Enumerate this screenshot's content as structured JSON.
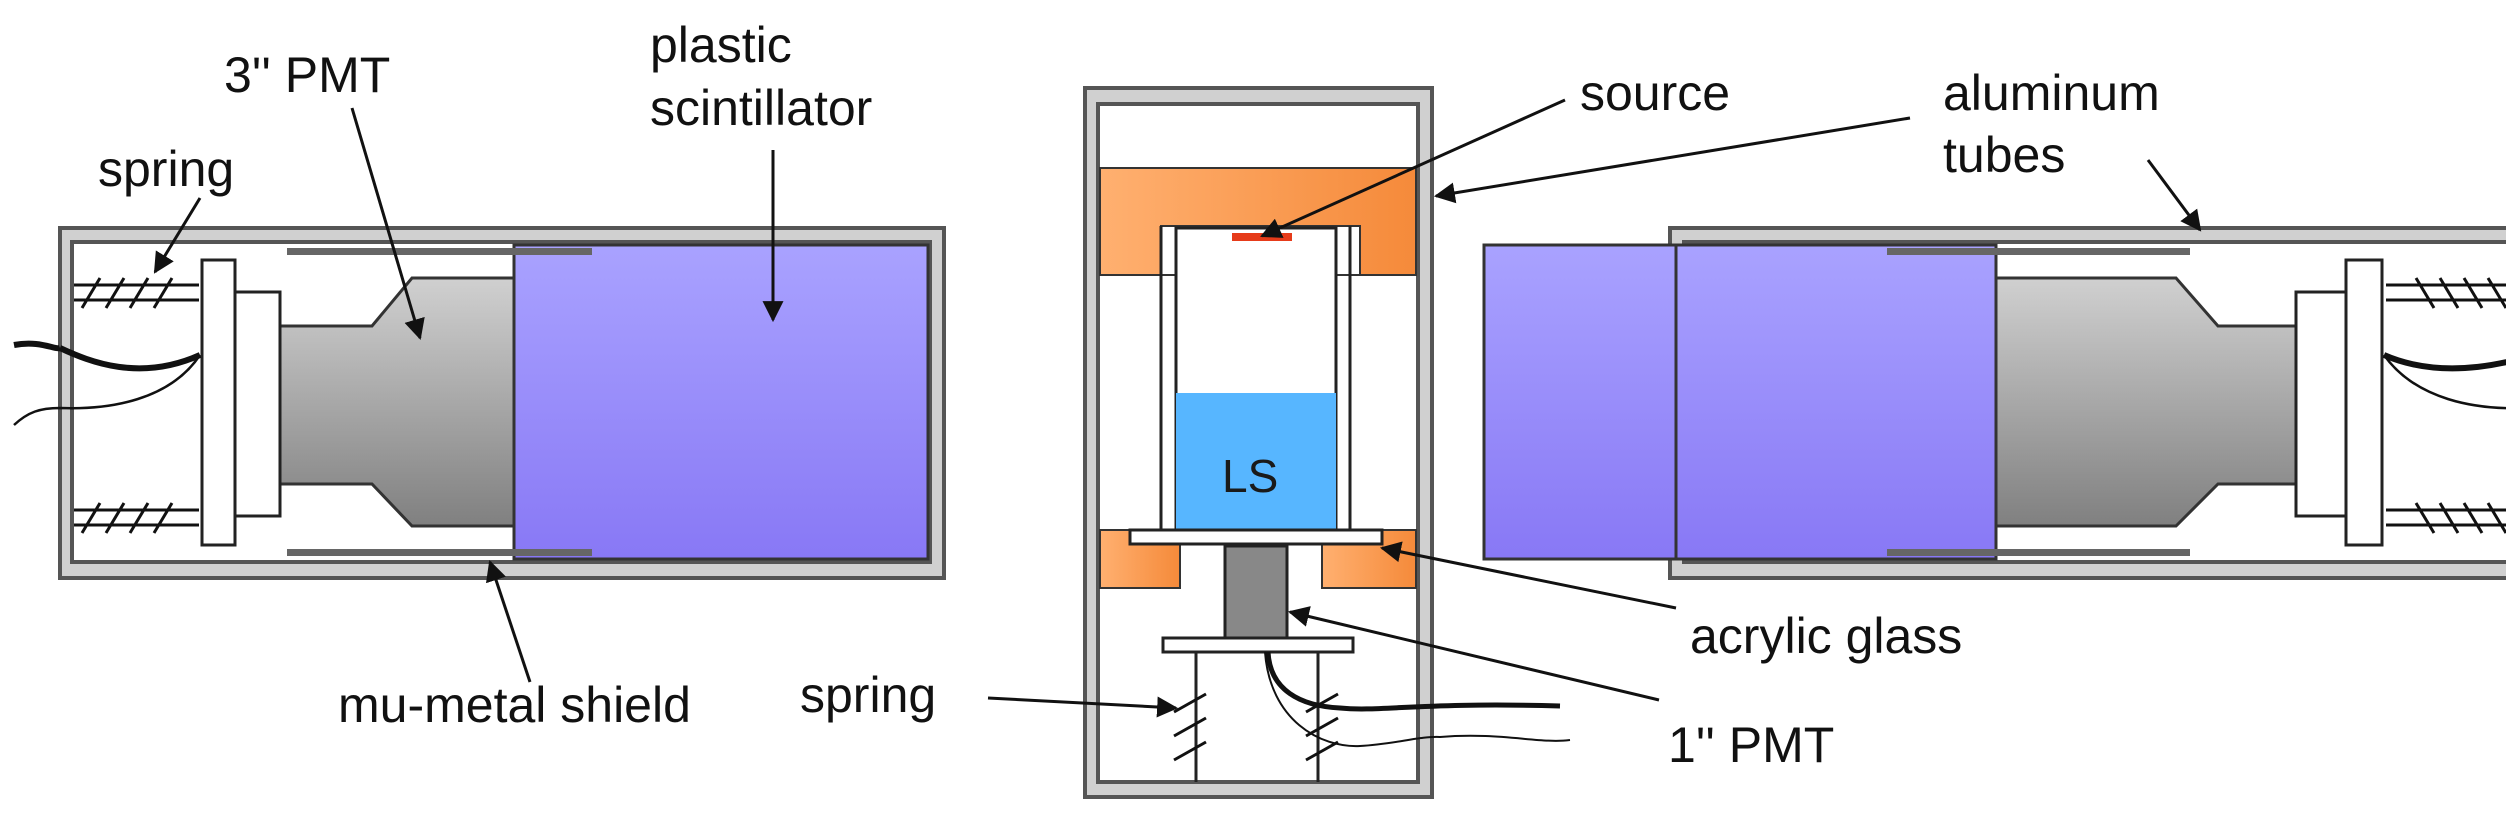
{
  "labels": {
    "plastic_line1": "plastic",
    "plastic_line2": "scintillator",
    "pmt3": "3'' PMT",
    "spring_left": "spring",
    "mu_metal": "mu-metal shield",
    "source": "source",
    "aluminum_line1": "aluminum",
    "aluminum_line2": "tubes",
    "ls": "LS",
    "acrylic": "acrylic glass",
    "spring_center": "spring",
    "pmt1": "1'' PMT"
  },
  "colors": {
    "aluminum_fill": "#d0d0d0",
    "aluminum_stroke": "#555555",
    "scintillator_top": "#a9a2ff",
    "scintillator_bottom": "#8878f5",
    "pmt_light": "#d0d0d0",
    "pmt_dark": "#808080",
    "holder_light": "#ffb070",
    "holder_dark": "#f58a3a",
    "liquid_scintillator": "#57b6ff",
    "source_marker": "#e63b1a",
    "mu_metal": "#666666"
  }
}
